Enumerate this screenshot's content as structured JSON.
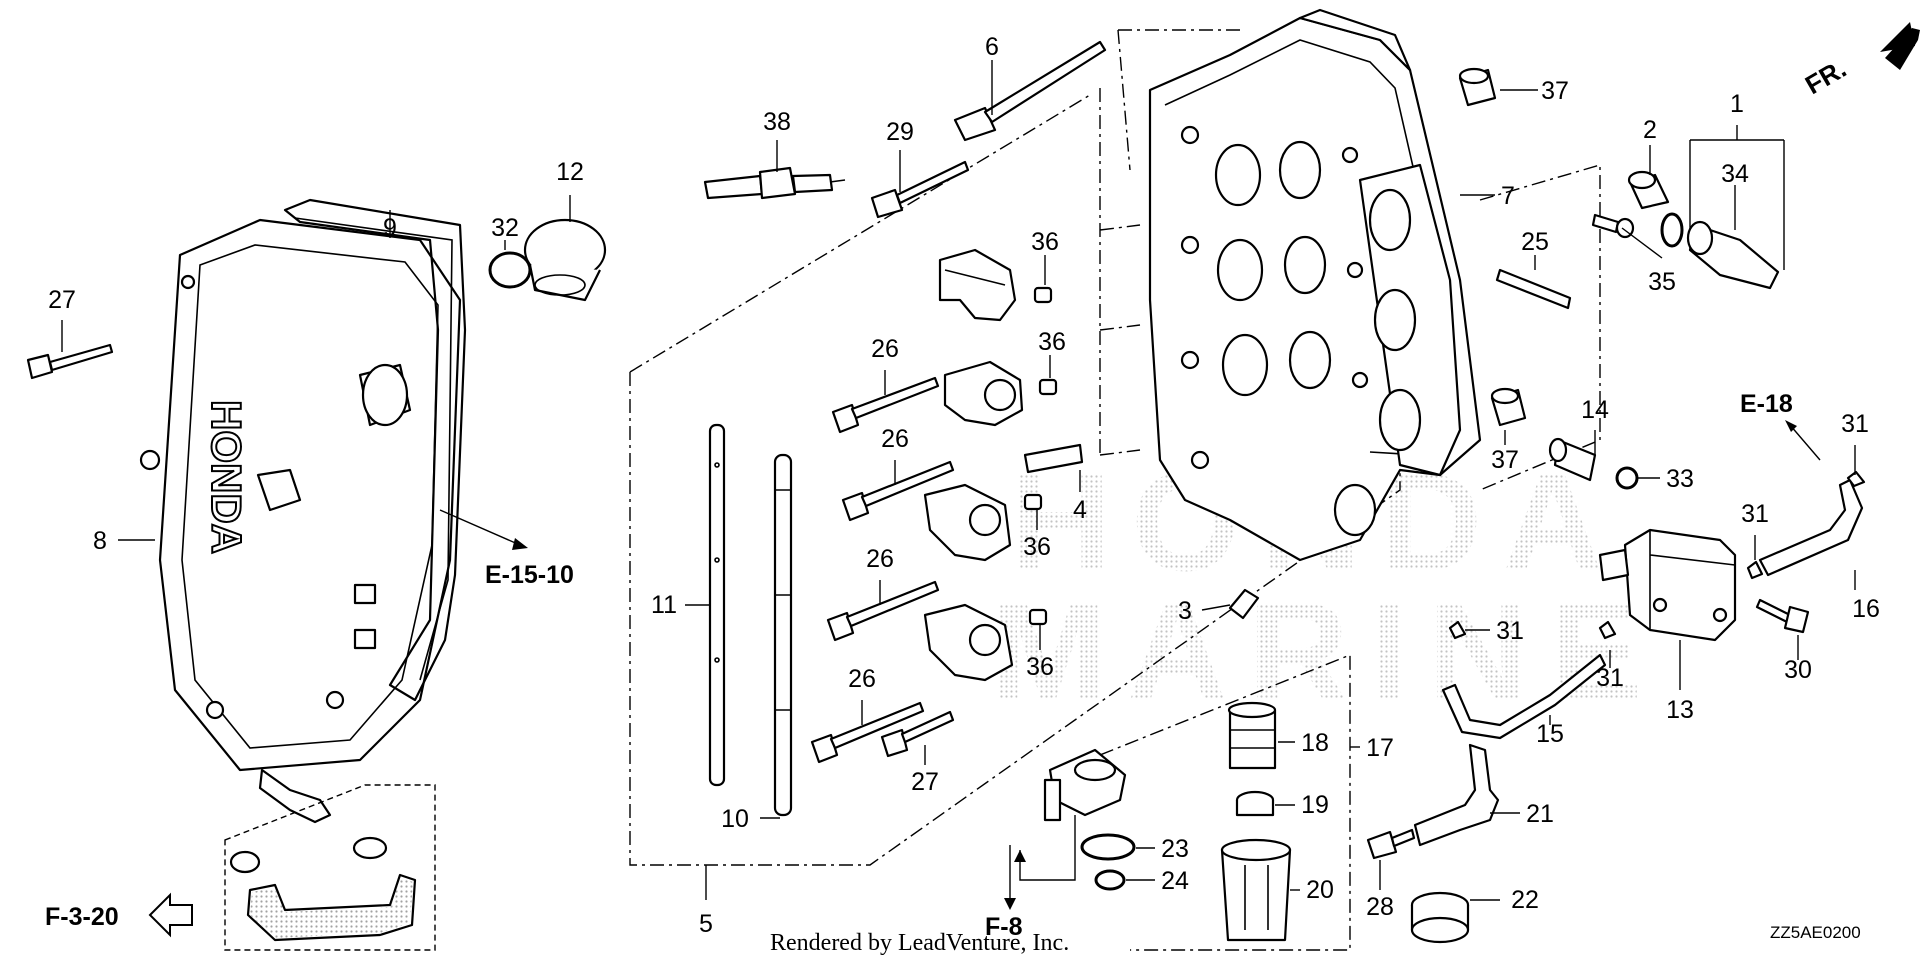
{
  "callouts": [
    {
      "id": "c1",
      "text": "1"
    },
    {
      "id": "c2",
      "text": "2"
    },
    {
      "id": "c3",
      "text": "3"
    },
    {
      "id": "c4",
      "text": "4"
    },
    {
      "id": "c5",
      "text": "5"
    },
    {
      "id": "c6",
      "text": "6"
    },
    {
      "id": "c7",
      "text": "7"
    },
    {
      "id": "c8",
      "text": "8"
    },
    {
      "id": "c9",
      "text": "9"
    },
    {
      "id": "c10",
      "text": "10"
    },
    {
      "id": "c11",
      "text": "11"
    },
    {
      "id": "c12",
      "text": "12"
    },
    {
      "id": "c13",
      "text": "13"
    },
    {
      "id": "c14",
      "text": "14"
    },
    {
      "id": "c15",
      "text": "15"
    },
    {
      "id": "c16",
      "text": "16"
    },
    {
      "id": "c17",
      "text": "17"
    },
    {
      "id": "c18",
      "text": "18"
    },
    {
      "id": "c19",
      "text": "19"
    },
    {
      "id": "c20",
      "text": "20"
    },
    {
      "id": "c21",
      "text": "21"
    },
    {
      "id": "c22",
      "text": "22"
    },
    {
      "id": "c23",
      "text": "23"
    },
    {
      "id": "c24",
      "text": "24"
    },
    {
      "id": "c25",
      "text": "25"
    },
    {
      "id": "c26a",
      "text": "26"
    },
    {
      "id": "c26b",
      "text": "26"
    },
    {
      "id": "c26c",
      "text": "26"
    },
    {
      "id": "c26d",
      "text": "26"
    },
    {
      "id": "c27a",
      "text": "27"
    },
    {
      "id": "c27b",
      "text": "27"
    },
    {
      "id": "c28",
      "text": "28"
    },
    {
      "id": "c29",
      "text": "29"
    },
    {
      "id": "c30",
      "text": "30"
    },
    {
      "id": "c31a",
      "text": "31"
    },
    {
      "id": "c31b",
      "text": "31"
    },
    {
      "id": "c31c",
      "text": "31"
    },
    {
      "id": "c31d",
      "text": "31"
    },
    {
      "id": "c32",
      "text": "32"
    },
    {
      "id": "c33",
      "text": "33"
    },
    {
      "id": "c34",
      "text": "34"
    },
    {
      "id": "c35",
      "text": "35"
    },
    {
      "id": "c36a",
      "text": "36"
    },
    {
      "id": "c36b",
      "text": "36"
    },
    {
      "id": "c36c",
      "text": "36"
    },
    {
      "id": "c36d",
      "text": "36"
    },
    {
      "id": "c37a",
      "text": "37"
    },
    {
      "id": "c37b",
      "text": "37"
    },
    {
      "id": "c38",
      "text": "38"
    }
  ],
  "references": {
    "e15_10": "E-15-10",
    "e18": "E-18",
    "f3_20": "F-3-20",
    "f8": "F-8"
  },
  "orientation": "FR.",
  "diagram_code": "ZZ5AE0200",
  "footer": "Rendered by LeadVenture, Inc.",
  "cover_logo": "HONDA",
  "watermark": "HONDA MARINE"
}
